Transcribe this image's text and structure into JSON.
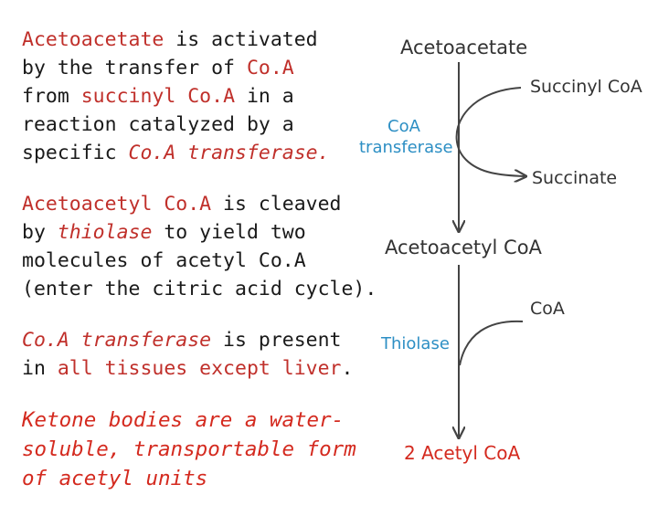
{
  "left_text": {
    "para1": {
      "line1_a": "Acetoacetate",
      "line1_b": " is activated",
      "line2_a": "by the transfer of ",
      "line2_b": "Co.A",
      "line3_a": "from ",
      "line3_b": "succinyl Co.A",
      "line3_c": " in a",
      "line4": "reaction catalyzed by a",
      "line5_a": "specific ",
      "line5_b": "Co.A transferase."
    },
    "para2": {
      "line1_a": "Acetoacetyl Co.A",
      "line1_b": " is cleaved",
      "line2_a": "by ",
      "line2_b": "thiolase",
      "line2_c": " to yield two",
      "line3": "molecules of acetyl Co.A",
      "line4": "(enter the citric acid cycle)."
    },
    "para3": {
      "line1_a": "Co.A transferase",
      "line1_b": " is present",
      "line2_a": "in ",
      "line2_b": "all tissues except liver",
      "line2_c": "."
    },
    "para4": {
      "line1": "Ketone bodies are a water-",
      "line2": "soluble, transportable form",
      "line3": "of acetyl units"
    }
  },
  "diagram": {
    "acetoacetate": "Acetoacetate",
    "succinyl_coa": "Succinyl CoA",
    "coa_label": "CoA",
    "transferase_label": "transferase",
    "succinate": "Succinate",
    "acetoacetyl_coa": "Acetoacetyl CoA",
    "coa_in": "CoA",
    "thiolase": "Thiolase",
    "product": "2 Acetyl CoA"
  },
  "colors": {
    "text": "#1a1a1a",
    "highlight": "#c0302b",
    "emphasis_red": "#d42a1f",
    "enzyme_blue": "#2d8fc4",
    "arrow": "#444444"
  }
}
